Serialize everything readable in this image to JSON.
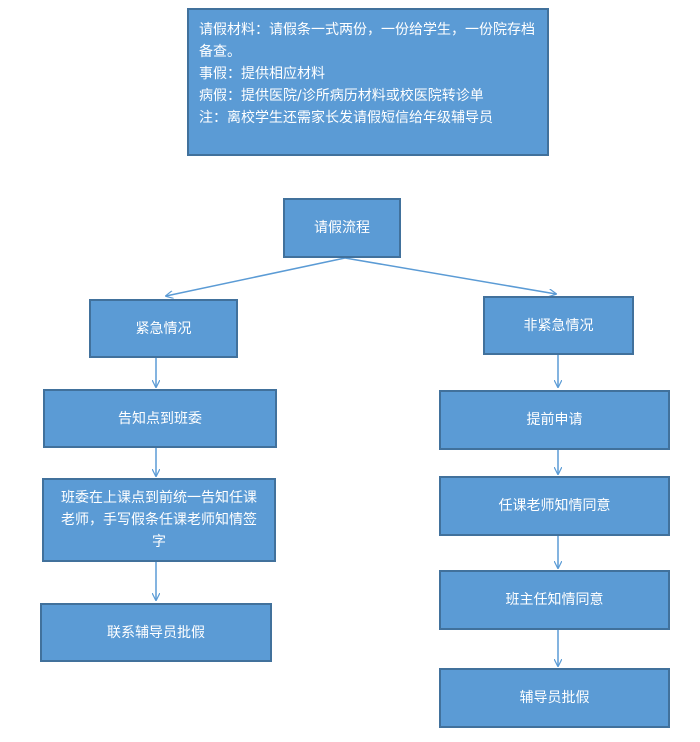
{
  "notes": [
    "请假材料：请假条一式两份，一份给学生，一份院存档备查。",
    "事假：提供相应材料",
    "病假：提供医院/诊所病历材料或校医院转诊单",
    "注：离校学生还需家长发请假短信给年级辅导员"
  ],
  "root": "请假流程",
  "left": {
    "heading": "紧急情况",
    "steps": [
      "告知点到班委",
      "班委在上课点到前统一告知任课老师，手写假条任课老师知情签字",
      "联系辅导员批假"
    ]
  },
  "right": {
    "heading": "非紧急情况",
    "steps": [
      "提前申请",
      "任课老师知情同意",
      "班主任知情同意",
      "辅导员批假"
    ]
  },
  "colors": {
    "box_fill": "#5b9bd5",
    "box_border": "#41719c",
    "arrow": "#5b9bd5",
    "text": "#ffffff"
  }
}
